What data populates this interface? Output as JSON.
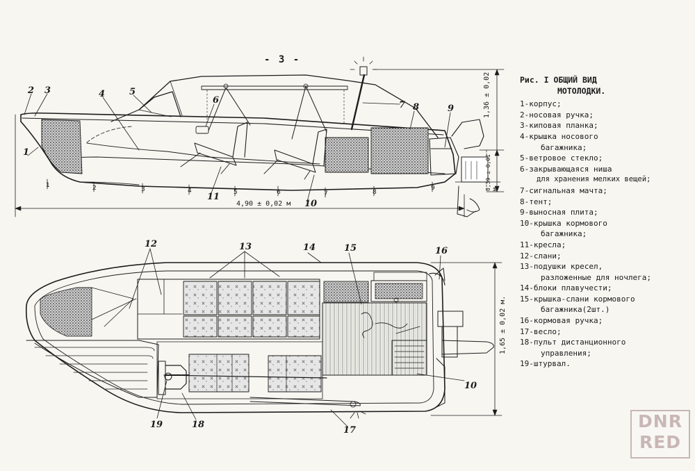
{
  "page_number": "- 3 -",
  "legend": {
    "title_line1": "Рис. I ОБЩИЙ ВИД",
    "title_line2": "МОТОЛОДКИ.",
    "items": [
      {
        "text": "1-корпус;"
      },
      {
        "text": "2-носовая ручка;"
      },
      {
        "text": "3-киповая планка;"
      },
      {
        "text": "4-крышка носового",
        "cont": "багажника;"
      },
      {
        "text": "5-ветровое стекло;"
      },
      {
        "text": "6-закрывающаяся ниша",
        "cont2": "для хранения мелких вещей;"
      },
      {
        "text": "7-сигнальная мачта;"
      },
      {
        "text": "8-тент;"
      },
      {
        "text": "9-выносная плита;"
      },
      {
        "text": "10-крышка кормового",
        "cont": "багажника;"
      },
      {
        "text": "11-кресла;"
      },
      {
        "text": "12-слани;"
      },
      {
        "text": "13-подушки кресел,",
        "cont": "разложенные для ночлега;"
      },
      {
        "text": "14-блоки плавучести;"
      },
      {
        "text": "15-крышка-слани кормового",
        "cont": "багажника(2шт.)"
      },
      {
        "text": "16-кормовая ручка;"
      },
      {
        "text": "17-весло;"
      },
      {
        "text": "18-пульт дистанционного",
        "cont": "управления;"
      },
      {
        "text": "19-штурвал."
      }
    ]
  },
  "dimensions": {
    "length": "4,90 ± 0,02 м",
    "height": "1,36 ± 0,02",
    "draft": "0,39 ± 0,01 м",
    "beam": "1,65 ± 0,02 м."
  },
  "callouts_side": [
    "1",
    "2",
    "3",
    "4",
    "5",
    "6",
    "7",
    "8",
    "9",
    "10",
    "11"
  ],
  "frames_side": [
    "1",
    "2",
    "3",
    "4",
    "5",
    "6",
    "7",
    "8",
    "9"
  ],
  "callouts_top": [
    "12",
    "13",
    "14",
    "15",
    "16",
    "17",
    "18",
    "19",
    "10"
  ],
  "watermark": {
    "line1": "DNR",
    "line2": "RED"
  }
}
